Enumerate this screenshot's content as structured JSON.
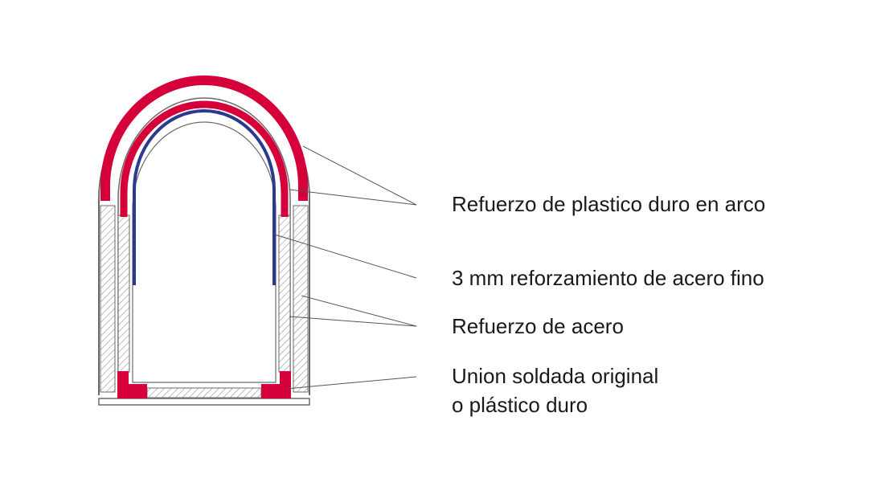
{
  "labels": {
    "arch_reinforcement": "Refuerzo de plastico duro en arco",
    "fine_steel": "3 mm reforzamiento de acero fino",
    "steel_reinforcement": "Refuerzo de acero",
    "weld_line1": "Union soldada original",
    "weld_line2": "o plástico duro"
  },
  "colors": {
    "plastic_reinforcement": "#d5003a",
    "fine_steel": "#2b3a8e",
    "outline": "#6b6b6b",
    "hatch": "#9a9a9a"
  }
}
